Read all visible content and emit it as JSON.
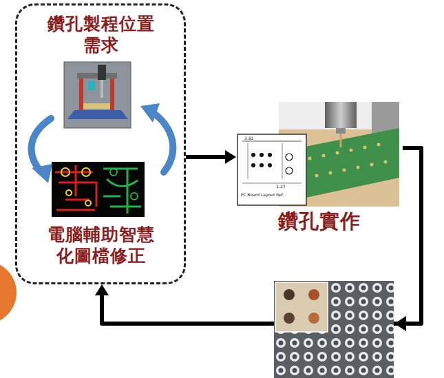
{
  "diagram": {
    "nodes": [
      {
        "text": [
          "鑽孔製程位置需求",
          "電腦輔助智慧化圖檔修正"
        ]
      },
      {
        "text": [
          "鑽孔實作"
        ],
        "in": null
      }
    ],
    "edges": [
      {
        "from": 0,
        "to": 1,
        "arrow": "to"
      },
      {
        "from": 1,
        "to": 0,
        "arrow": "to"
      }
    ],
    "labels": [
      "PC Board Layout Ref.",
      "2.92",
      "1.27"
    ]
  }
}
